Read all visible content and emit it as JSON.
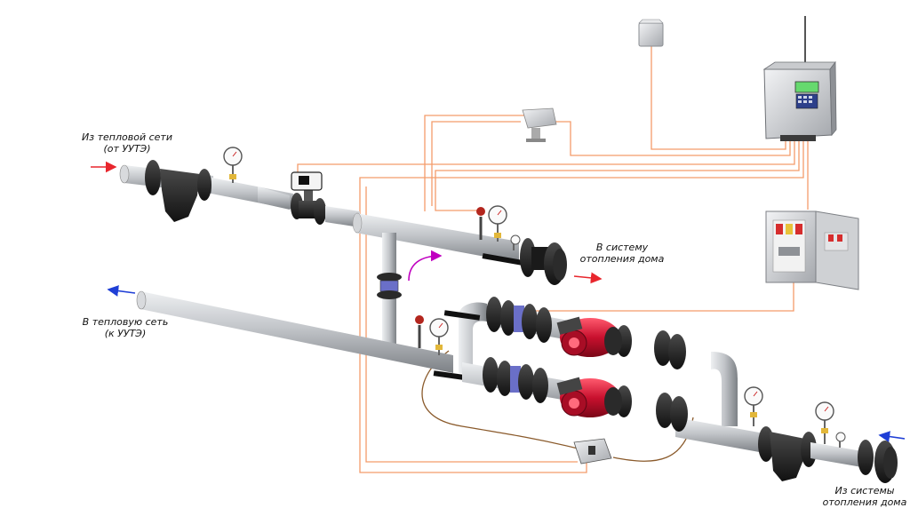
{
  "labels": {
    "supply_in": {
      "line1": "Из тепловой сети",
      "line2": "(от УУТЭ)"
    },
    "supply_out": {
      "line1": "В систему",
      "line2": "отопления дома"
    },
    "return_out": {
      "line1": "В тепловую сеть",
      "line2": "(к УУТЭ)"
    },
    "return_in": {
      "line1": "Из системы",
      "line2": "отопления дома"
    }
  },
  "colors": {
    "pipe": "#b9bcc0",
    "flange": "#1e1e1e",
    "pump": "#c8102e",
    "signal_wire": "#f39c6b",
    "sensor_cable": "#8a5a2b",
    "arrow_red": "#e8262d",
    "arrow_blue": "#1f3fd6",
    "arrow_magenta": "#c000c0",
    "cabinet": "#d9dadc",
    "valve_insert": "#6a6fc8"
  }
}
